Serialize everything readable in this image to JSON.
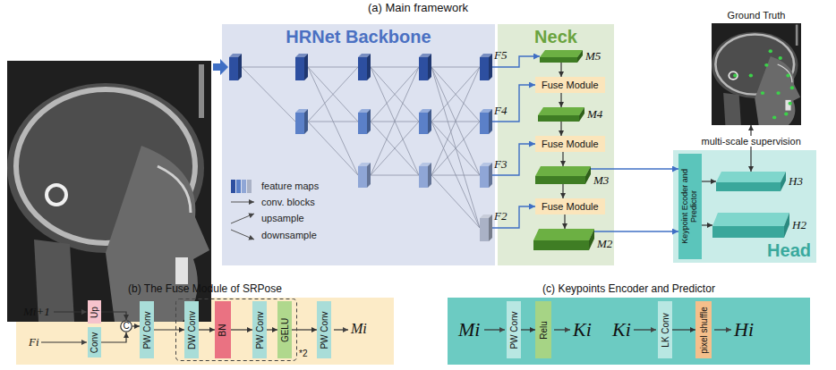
{
  "diagram": {
    "title": "(a) Main framework",
    "nodes": [
      {
        "text": [
          "HRNet Backbone"
        ]
      },
      {
        "text": [
          "F5"
        ],
        "in": 0
      },
      {
        "text": [
          "F4"
        ],
        "in": 0
      },
      {
        "text": [
          "F3"
        ],
        "in": 0
      },
      {
        "text": [
          "F2"
        ],
        "in": 0
      },
      {
        "text": [
          "Neck"
        ]
      },
      {
        "text": [
          "M5"
        ],
        "in": 5
      },
      {
        "text": [
          "Fuse Module"
        ],
        "in": 5
      },
      {
        "text": [
          "M4"
        ],
        "in": 5
      },
      {
        "text": [
          "Fuse Module"
        ],
        "in": 5
      },
      {
        "text": [
          "M3"
        ],
        "in": 5
      },
      {
        "text": [
          "Fuse Module"
        ],
        "in": 5
      },
      {
        "text": [
          "M2"
        ],
        "in": 5
      },
      {
        "text": [
          "Ground Truth"
        ]
      },
      {
        "text": [
          "Head"
        ]
      },
      {
        "text": [
          "Keypoint Ecoder and Predictor"
        ],
        "in": 14
      },
      {
        "text": [
          "H3"
        ],
        "in": 14
      },
      {
        "text": [
          "H2"
        ],
        "in": 14
      },
      {
        "text": [
          "(b) The Fuse Module of SRPose"
        ]
      },
      {
        "text": [
          "Up"
        ],
        "in": 18
      },
      {
        "text": [
          "Conv"
        ],
        "in": 18
      },
      {
        "text": [
          "C"
        ],
        "in": 18
      },
      {
        "text": [
          "PW Conv"
        ],
        "in": 18
      },
      {
        "text": [
          "*2"
        ],
        "in": 18
      },
      {
        "text": [
          "DW Conv"
        ],
        "in": 23
      },
      {
        "text": [
          "BN"
        ],
        "in": 23
      },
      {
        "text": [
          "PW Conv"
        ],
        "in": 23
      },
      {
        "text": [
          "GELU"
        ],
        "in": 23
      },
      {
        "text": [
          "PW Conv"
        ],
        "in": 18
      },
      {
        "text": [
          "(c) Keypoints Encoder and Predictor"
        ]
      },
      {
        "text": [
          "PW Conv"
        ],
        "in": 29
      },
      {
        "text": [
          "Relu"
        ],
        "in": 29
      },
      {
        "text": [
          "LK Conv"
        ],
        "in": 29
      },
      {
        "text": [
          "pixel shuffle"
        ],
        "in": 29
      }
    ],
    "edges": [
      {
        "from": 1,
        "to": 6,
        "arrow": "to"
      },
      {
        "from": 2,
        "to": 7,
        "arrow": "to"
      },
      {
        "from": 3,
        "to": 9,
        "arrow": "to"
      },
      {
        "from": 4,
        "to": 11,
        "arrow": "to"
      },
      {
        "from": 6,
        "to": 7,
        "arrow": "to"
      },
      {
        "from": 7,
        "to": 8,
        "arrow": "to"
      },
      {
        "from": 8,
        "to": 9,
        "arrow": "to"
      },
      {
        "from": 9,
        "to": 10,
        "arrow": "to"
      },
      {
        "from": 10,
        "to": 11,
        "arrow": "to"
      },
      {
        "from": 11,
        "to": 12,
        "arrow": "to"
      },
      {
        "from": 10,
        "to": 15,
        "arrow": "to"
      },
      {
        "from": 12,
        "to": 15,
        "arrow": "to"
      },
      {
        "from": 15,
        "to": 16,
        "arrow": "to"
      },
      {
        "from": 15,
        "to": 17,
        "arrow": "to"
      },
      {
        "from": 16,
        "to": 13,
        "arrow": "both",
        "label": "multi-scale supervision"
      },
      {
        "from": 19,
        "to": 21,
        "arrow": "to"
      },
      {
        "from": 20,
        "to": 21,
        "arrow": "to"
      },
      {
        "from": 21,
        "to": 22,
        "arrow": "to"
      },
      {
        "from": 22,
        "to": 24,
        "arrow": "to"
      },
      {
        "from": 24,
        "to": 25,
        "arrow": "to"
      },
      {
        "from": 25,
        "to": 26,
        "arrow": "to"
      },
      {
        "from": 26,
        "to": 27,
        "arrow": "to"
      },
      {
        "from": 27,
        "to": 28,
        "arrow": "to"
      },
      {
        "from": 30,
        "to": 31,
        "arrow": "to"
      },
      {
        "from": 32,
        "to": 33,
        "arrow": "to"
      }
    ],
    "labels": [
      "Mi+1",
      "Fi",
      "Mi",
      "Mi",
      "Ki",
      "Ki",
      "Hi"
    ],
    "legend": [
      {
        "text": "feature maps"
      },
      {
        "text": "conv. blocks"
      },
      {
        "text": "upsample"
      },
      {
        "text": "downsample"
      }
    ]
  }
}
